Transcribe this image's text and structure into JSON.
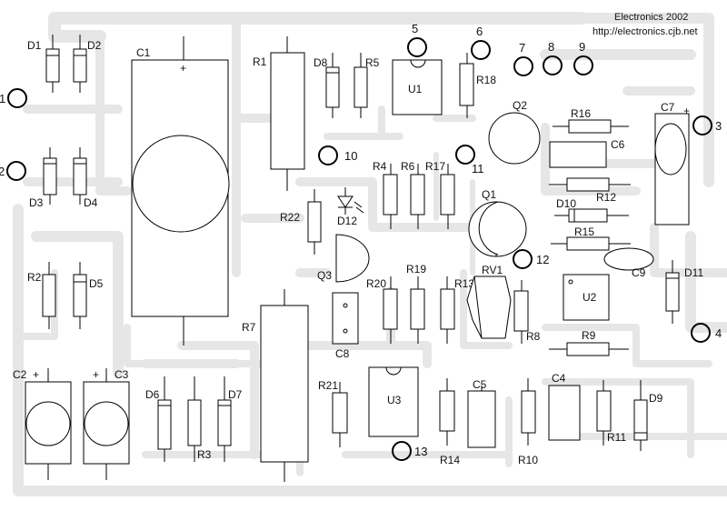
{
  "header": {
    "title": "Electronics 2002",
    "url": "http://electronics.cjb.net"
  },
  "labels": {
    "D1": "D1",
    "D2": "D2",
    "D3": "D3",
    "D4": "D4",
    "D5": "D5",
    "D6": "D6",
    "D7": "D7",
    "D8": "D8",
    "D9": "D9",
    "D10": "D10",
    "D11": "D11",
    "D12": "D12",
    "C1": "C1",
    "C2": "C2",
    "C3": "C3",
    "C4": "C4",
    "C5": "C5",
    "C6": "C6",
    "C7": "C7",
    "C8": "C8",
    "C9": "C9",
    "R1": "R1",
    "R2": "R2",
    "R3": "R3",
    "R4": "R4",
    "R5": "R5",
    "R6": "R6",
    "R7": "R7",
    "R8": "R8",
    "R9": "R9",
    "R10": "R10",
    "R11": "R11",
    "R12": "R12",
    "R13": "R13",
    "R14": "R14",
    "R15": "R15",
    "R16": "R16",
    "R17": "R17",
    "R18": "R18",
    "R19": "R19",
    "R20": "R20",
    "R21": "R21",
    "R22": "R22",
    "Q1": "Q1",
    "Q2": "Q2",
    "Q3": "Q3",
    "U1": "U1",
    "U2": "U2",
    "U3": "U3",
    "RV1": "RV1",
    "plus": "+"
  },
  "pads": [
    "1",
    "2",
    "3",
    "4",
    "5",
    "6",
    "7",
    "8",
    "9",
    "10",
    "11",
    "12",
    "13"
  ]
}
